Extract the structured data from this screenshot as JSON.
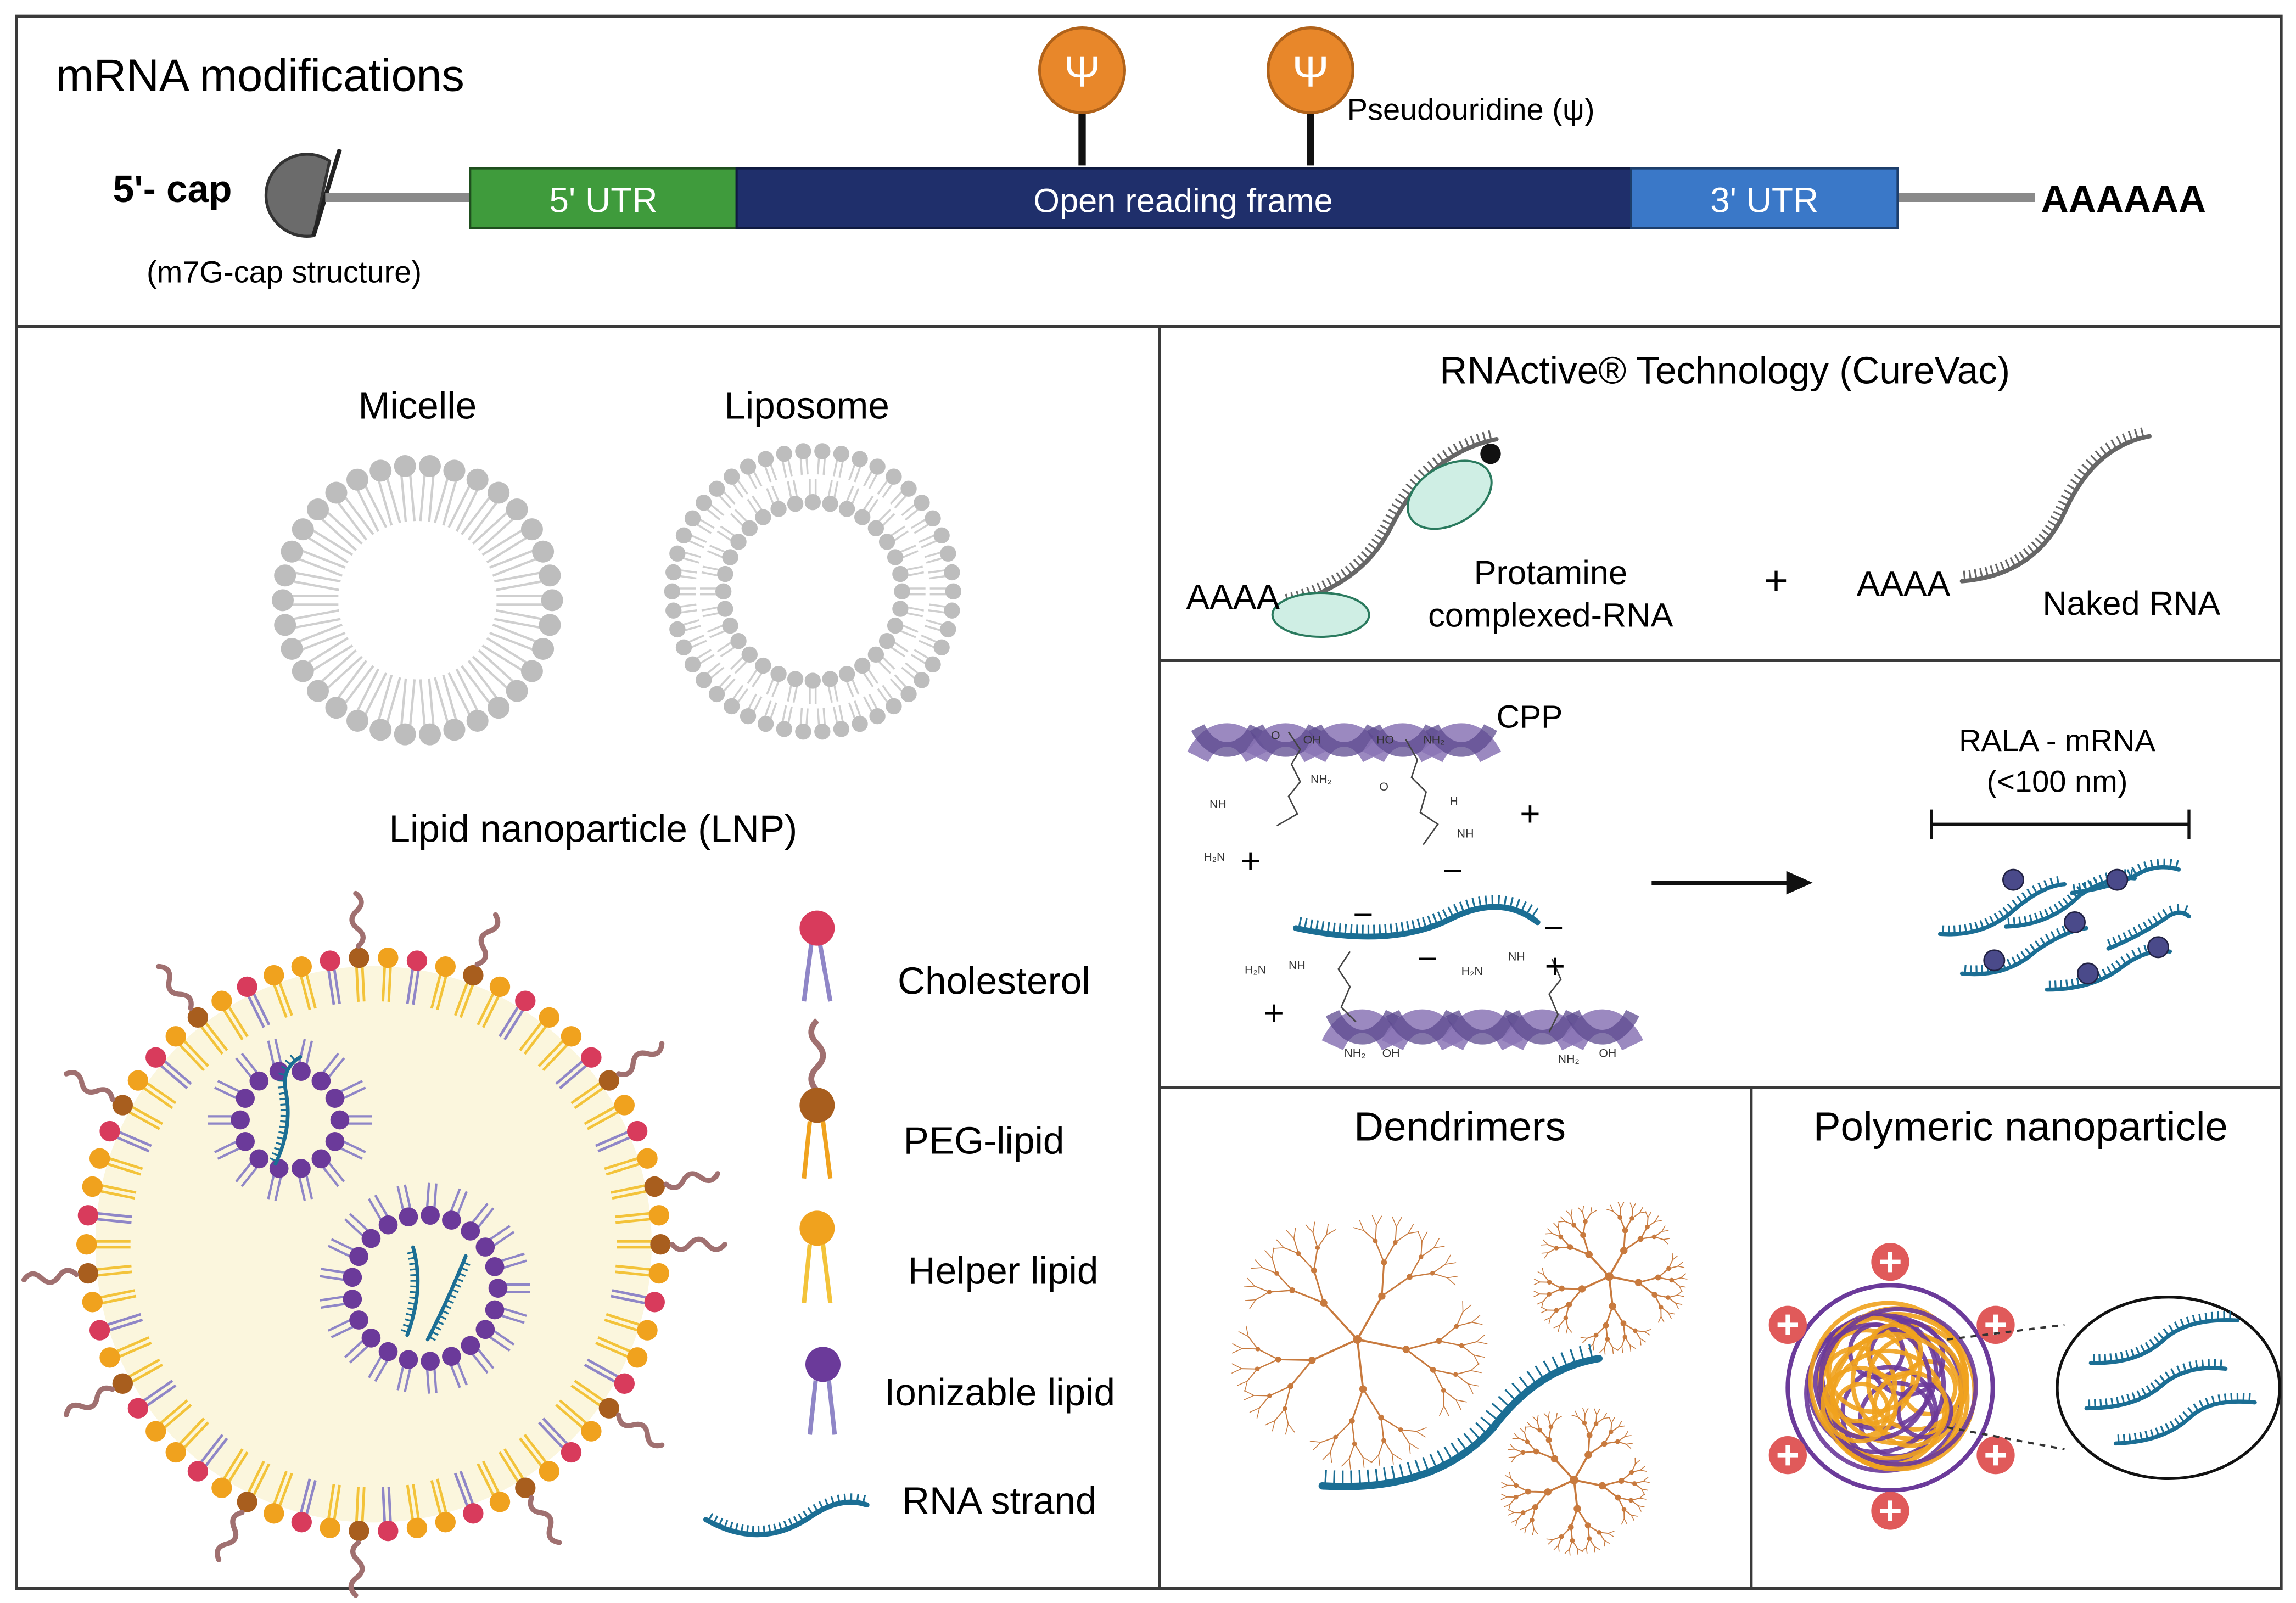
{
  "mrna": {
    "title": "mRNA modifications",
    "cap_label": "5'- cap",
    "cap_sub": "(m7G-cap structure)",
    "utr5": "5' UTR",
    "orf": "Open reading frame",
    "utr3": "3' UTR",
    "polya": "AAAAAA",
    "psi_symbol": "Ψ",
    "psi_label": "Pseudouridine (ψ)"
  },
  "carriers": {
    "micelle": "Micelle",
    "liposome": "Liposome",
    "lnp": "Lipid nanoparticle (LNP)"
  },
  "legend": {
    "cholesterol": "Cholesterol",
    "peg": "PEG-lipid",
    "helper": "Helper lipid",
    "ionizable": "Ionizable lipid",
    "rna": "RNA strand"
  },
  "rnactive": {
    "title": "RNActive® Technology (CureVac)",
    "polya": "AAAA",
    "protamine_line1": "Protamine",
    "protamine_line2": "complexed-RNA",
    "plus": "+",
    "naked": "Naked RNA"
  },
  "rala": {
    "cpp": "CPP",
    "product_line1": "RALA - mRNA",
    "product_line2": "(<100 nm)",
    "plus": "+",
    "minus": "−"
  },
  "dendrimers": {
    "title": "Dendrimers"
  },
  "polymeric": {
    "title": "Polymeric nanoparticle"
  },
  "colors": {
    "border": "#3a3a3a",
    "utr5": "#3f9b3c",
    "orf": "#1f2f6b",
    "utr3": "#3a78c8",
    "psi": "#e8872a",
    "cholesterol": "#d83b5c",
    "peg": "#a85e1e",
    "helper": "#f0a21e",
    "ionizable": "#6b3a9a",
    "rna": "#1b6e94",
    "helix": "#8a74b5",
    "dendrimer": "#c87a3e",
    "lnp_core": "#fbf6dd",
    "lipid_grey": "#bdbdbd",
    "cation": "#e05a5a"
  }
}
